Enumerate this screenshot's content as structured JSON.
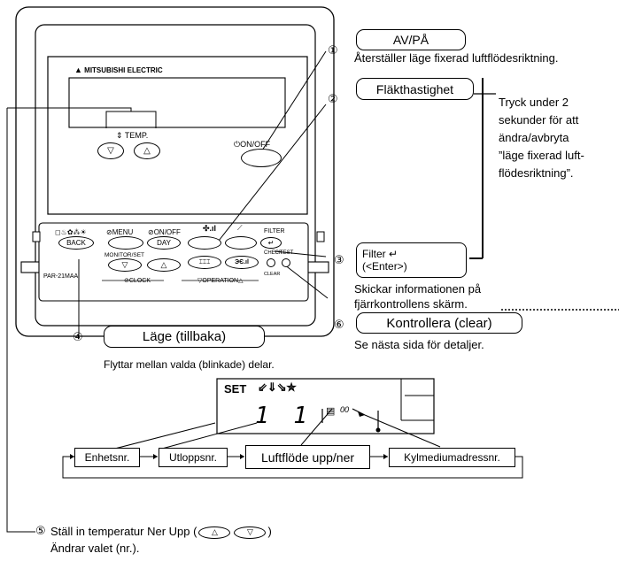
{
  "remote": {
    "brand": "MITSUBISHI ELECTRIC",
    "temp_label": "TEMP.",
    "onoff_label": "ON/OFF",
    "filter_label": "FILTER",
    "mode_icons": "",
    "menu_label": "MENU",
    "onoff_small_label": "ON/OFF",
    "back_label": "BACK",
    "day_label": "DAY",
    "monitor_label": "MONITOR/SET",
    "clock_label": "CLOCK",
    "operation_label": "OPERATION",
    "check_label": "CHECK",
    "test_label": "TEST",
    "clear_label": "CLEAR",
    "model": "PAR-21MAA",
    "up_symbol": "△",
    "down_symbol": "▽"
  },
  "callouts": {
    "c1": {
      "num": "①",
      "label": "AV/PÅ",
      "desc": "Återställer läge fixerad luftflödesriktning."
    },
    "c2": {
      "num": "②",
      "label": "Fläkthastighet"
    },
    "side_note": [
      "Tryck under 2",
      "sekunder för att",
      "ändra/avbryta",
      "”läge fixerad luft-",
      "flödesriktning”."
    ],
    "c3": {
      "num": "③",
      "label1": "Filter ↵",
      "label2": "(<Enter>)",
      "desc1": "Skickar informationen på",
      "desc2": "fjärrkontrollens skärm."
    },
    "c6": {
      "num": "⑥",
      "label": "Kontrollera (clear)",
      "desc": "Se nästa sida för detaljer."
    },
    "c4": {
      "num": "④",
      "label": "Läge (tillbaka)",
      "desc": "Flyttar mellan valda (blinkade) delar."
    },
    "c5": {
      "num": "⑤",
      "text": "Ställ in temperatur Ner Upp (",
      "close": ")",
      "desc": "Ändrar valet (nr.)."
    }
  },
  "display": {
    "set": "SET",
    "digits": "1 1",
    "small_digits": "00"
  },
  "flow": [
    "Enhetsnr.",
    "Utloppsnr.",
    "Luftflöde upp/ner",
    "Kylmediumadressnr."
  ]
}
